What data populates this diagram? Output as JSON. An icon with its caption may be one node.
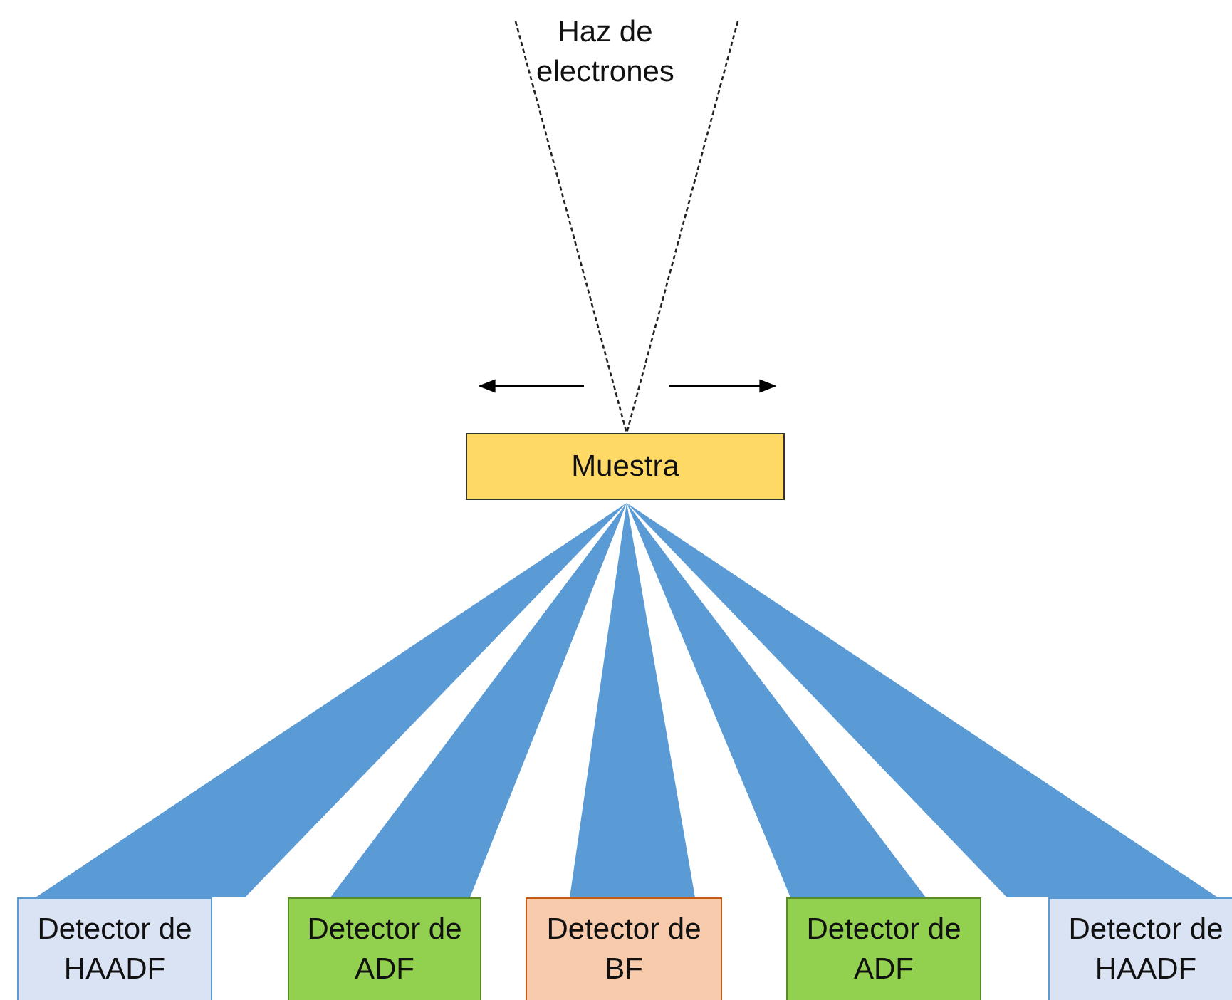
{
  "diagram": {
    "nodes": [
      {
        "text": [
          "Haz de electrones"
        ]
      },
      {
        "text": [
          "Muestra"
        ]
      },
      {
        "text": [
          "Detector de HAADF"
        ]
      },
      {
        "text": [
          "Detector de ADF"
        ]
      },
      {
        "text": [
          "Detector de BF"
        ]
      },
      {
        "text": [
          "Detector de ADF"
        ]
      },
      {
        "text": [
          "Detector de HAADF"
        ]
      }
    ],
    "edges": [
      {
        "from": 0,
        "to": 1,
        "arrow": "none",
        "style": "dashed"
      },
      {
        "from": 0,
        "to": 1,
        "arrow": "none",
        "style": "dashed"
      },
      {
        "from": 1,
        "to": 2,
        "arrow": "none",
        "style": "thick",
        "color": "#5b9bd5"
      },
      {
        "from": 1,
        "to": 3,
        "arrow": "none",
        "style": "thick",
        "color": "#5b9bd5"
      },
      {
        "from": 1,
        "to": 4,
        "arrow": "none",
        "style": "thick",
        "color": "#5b9bd5"
      },
      {
        "from": 1,
        "to": 5,
        "arrow": "none",
        "style": "thick",
        "color": "#5b9bd5"
      },
      {
        "from": 1,
        "to": 6,
        "arrow": "none",
        "style": "thick",
        "color": "#5b9bd5"
      }
    ]
  }
}
